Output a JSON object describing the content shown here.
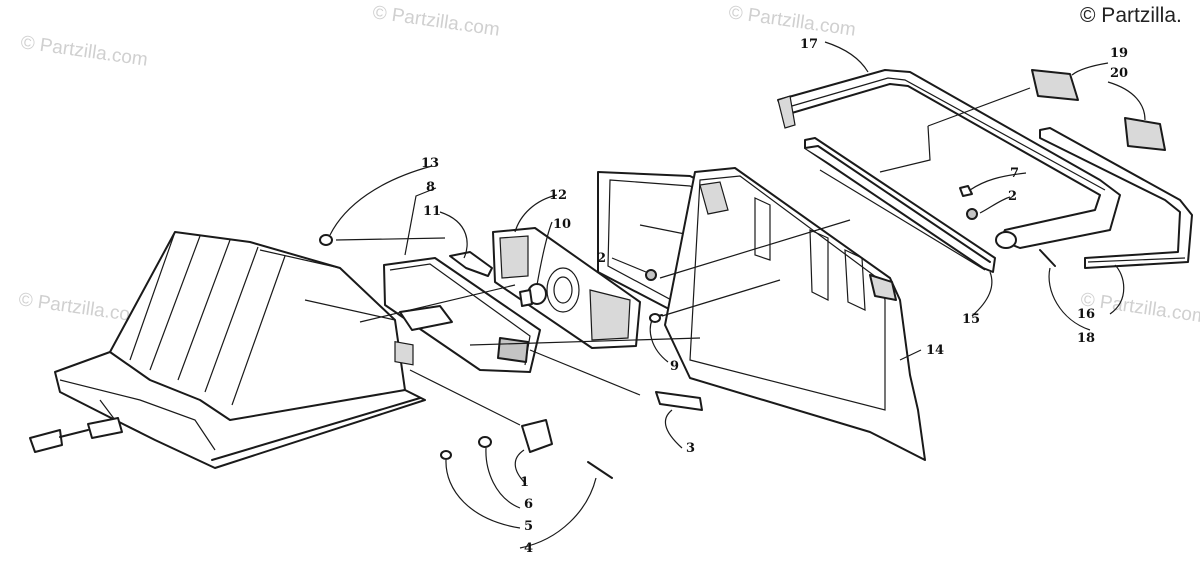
{
  "copyright": "© Partzilla.",
  "watermark": "© Partzilla.com",
  "callouts": {
    "c1": "1",
    "c2a": "2",
    "c2b": "2",
    "c3": "3",
    "c4": "4",
    "c5": "5",
    "c6": "6",
    "c7": "7",
    "c8": "8",
    "c9": "9",
    "c10": "10",
    "c11": "11",
    "c12": "12",
    "c13": "13",
    "c14": "14",
    "c15": "15",
    "c16": "16",
    "c17": "17",
    "c18": "18",
    "c19": "19",
    "c20": "20"
  }
}
